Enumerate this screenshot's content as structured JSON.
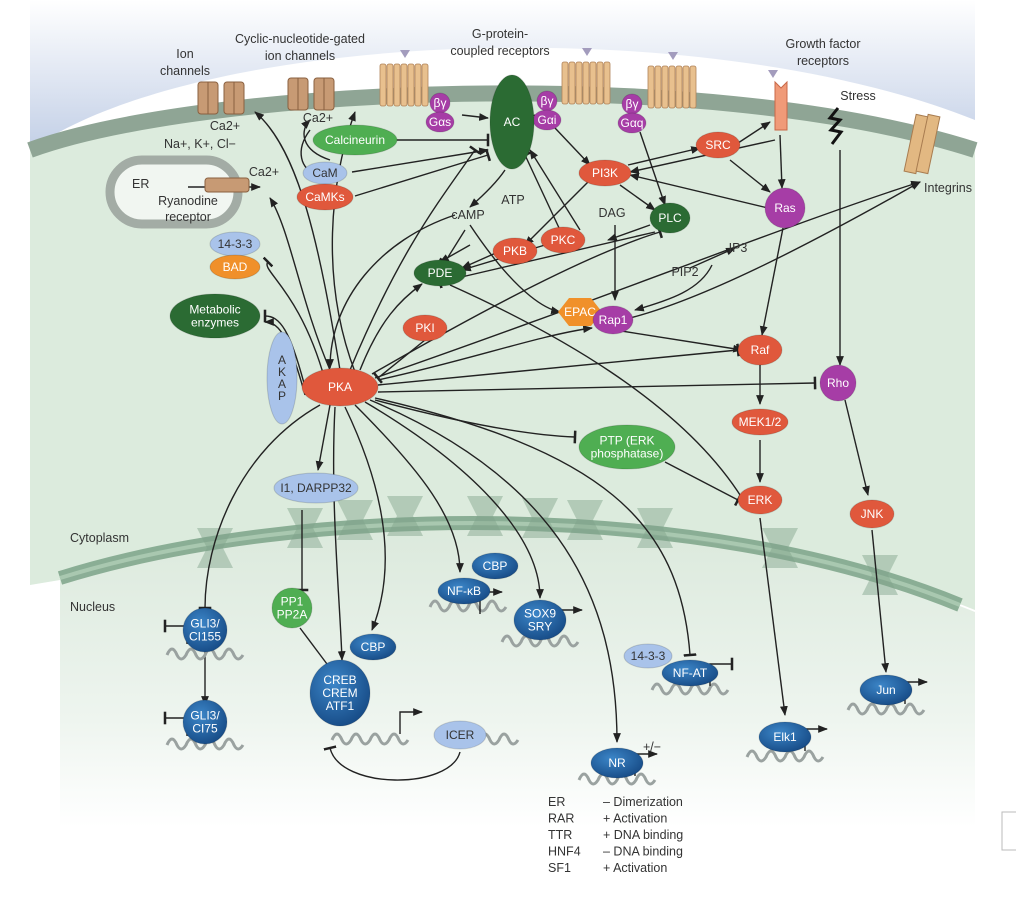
{
  "labels": {
    "ion_channels": [
      "Ion",
      "channels"
    ],
    "cng_channels": [
      "Cyclic-nucleotide-gated",
      "ion channels"
    ],
    "gpcr": [
      "G-protein-",
      "coupled receptors"
    ],
    "gf_receptors": [
      "Growth factor",
      "receptors"
    ],
    "stress": "Stress",
    "integrins": "Integrins",
    "ca_ion": "Ca2+",
    "ions": "Na+, K+, Cl−",
    "ca_cng": "Ca2+",
    "ca_er": "Ca2+",
    "er": "ER",
    "ryanodine": [
      "Ryanodine",
      "receptor"
    ],
    "camp": "cAMP",
    "atp": "ATP",
    "dag": "DAG",
    "ip3": "IP3",
    "pip2": "PIP2",
    "cytoplasm": "Cytoplasm",
    "nucleus": "Nucleus",
    "nr_sign": "+/−"
  },
  "nodes": {
    "calcineurin": "Calcineurin",
    "cam": "CaM",
    "camks": "CaMKs",
    "bg_s": "βγ",
    "ga_s": "Gαs",
    "bg_i": "βγ",
    "ga_i": "Gαi",
    "bg_q": "βγ",
    "ga_q": "Gαq",
    "ac": "AC",
    "pi3k": "PI3K",
    "src": "SRC",
    "plc": "PLC",
    "ras": "Ras",
    "pkb": "PKB",
    "pkc": "PKC",
    "pde": "PDE",
    "epac": "EPAC",
    "rap1": "Rap1",
    "pki": "PKI",
    "raf": "Raf",
    "rho": "Rho",
    "mek": "MEK1/2",
    "erk": "ERK",
    "jnk": "JNK",
    "ptp": [
      "PTP (ERK",
      "phosphatase)"
    ],
    "pka": "PKA",
    "akap": [
      "A",
      "K",
      "A",
      "P"
    ],
    "b1433": "14-3-3",
    "bad": "BAD",
    "metabolic": [
      "Metabolic",
      "enzymes"
    ],
    "darpp": "I1, DARPP32",
    "pp1": [
      "PP1",
      "PP2A"
    ],
    "gli155": [
      "GLI3/",
      "CI155"
    ],
    "gli75": [
      "GLI3/",
      "CI75"
    ],
    "creb": [
      "CREB",
      "CREM",
      "ATF1"
    ],
    "cbp1": "CBP",
    "cbp2": "CBP",
    "icer": "ICER",
    "nfkb": "NF-κB",
    "sox9": [
      "SOX9",
      "SRY"
    ],
    "n1433": "14-3-3",
    "nfat": "NF-AT",
    "nr": "NR",
    "elk1": "Elk1",
    "jun": "Jun"
  },
  "nr_table": [
    {
      "receptor": "ER",
      "effect": "– Dimerization"
    },
    {
      "receptor": "RAR",
      "effect": "+ Activation"
    },
    {
      "receptor": "TTR",
      "effect": "+ DNA binding"
    },
    {
      "receptor": "HNF4",
      "effect": "– DNA binding"
    },
    {
      "receptor": "SF1",
      "effect": "+ Activation"
    }
  ],
  "colors": {
    "kinase_red": "#e0583c",
    "gprotein_purple": "#a63da6",
    "dark_green": "#2b6b33",
    "light_green": "#4fae52",
    "light_blue": "#a9c3ea",
    "orange": "#f0902a",
    "tf_blue": "#1f5d9e",
    "cytoplasm": "#dcebdd",
    "membrane": "#8fa595"
  }
}
